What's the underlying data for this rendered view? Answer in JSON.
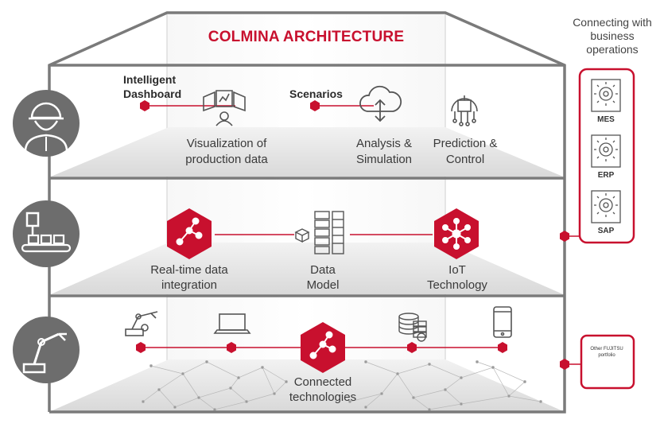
{
  "title": "COLMINA ARCHITECTURE",
  "business": {
    "heading": "Connecting with business operations",
    "systems": [
      "MES",
      "ERP",
      "SAP"
    ],
    "other_portfolio": "Other FUJITSU portfolio"
  },
  "top_floor": {
    "dashboard_label_line1": "Intelligent",
    "dashboard_label_line2": "Dashboard",
    "scenarios_label": "Scenarios",
    "visualization_line1": "Visualization of",
    "visualization_line2": "production data",
    "analysis_line1": "Analysis &",
    "analysis_line2": "Simulation",
    "prediction_line1": "Prediction &",
    "prediction_line2": "Control"
  },
  "middle_floor": {
    "realtime_line1": "Real-time data",
    "realtime_line2": "integration",
    "datamodel_line1": "Data",
    "datamodel_line2": "Model",
    "iot_line1": "IoT",
    "iot_line2": "Technology"
  },
  "bottom_floor": {
    "connected_line1": "Connected",
    "connected_line2": "technologies"
  },
  "colors": {
    "accent": "#c8102e",
    "frame": "#7a7a7a",
    "icon_circle": "#6d6d6d",
    "floor": "#e3e3e3"
  },
  "icons": [
    "worker-icon",
    "factory-line-icon",
    "robot-arm-icon",
    "dashboard-icon",
    "cloud-icon",
    "chip-icon",
    "database-icon",
    "robot-icon",
    "laptop-icon",
    "server-icon",
    "phone-icon",
    "gear-icon"
  ]
}
